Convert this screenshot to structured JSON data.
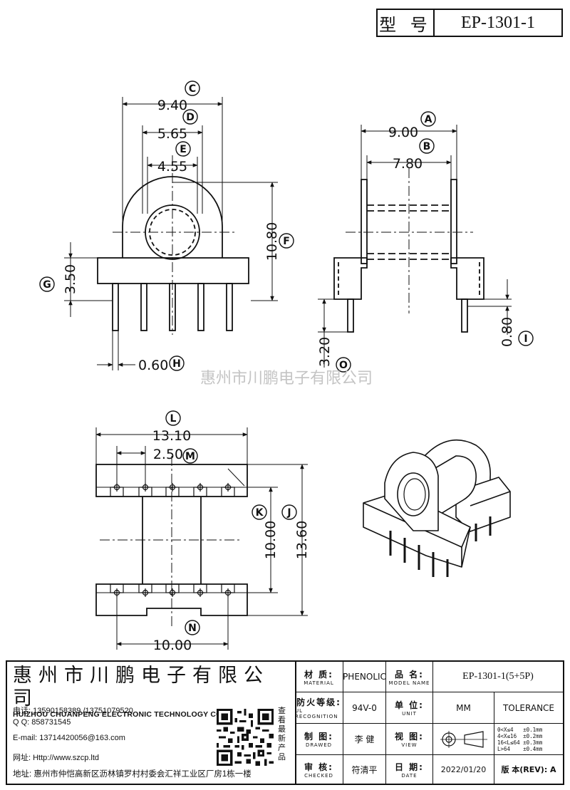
{
  "header": {
    "model_key": "型 号",
    "model_value": "EP-1301-1"
  },
  "dimensions": {
    "c": "9.40",
    "d": "5.65",
    "e": "4.55",
    "f": "10.80",
    "g": "3.50",
    "h": "0.60",
    "a": "9.00",
    "b": "7.80",
    "i": "0.80",
    "o": "3.20",
    "l": "13.10",
    "m": "2.50",
    "k": "10.00",
    "j": "13.60",
    "n": "10.00"
  },
  "labels": {
    "a": "A",
    "b": "B",
    "c": "C",
    "d": "D",
    "e": "E",
    "f": "F",
    "g": "G",
    "h": "H",
    "i": "I",
    "j": "J",
    "k": "K",
    "l": "L",
    "m": "M",
    "n": "N",
    "o": "O"
  },
  "watermark": "惠州市川鹏电子有限公司",
  "company": {
    "name_cn": "惠州市川鹏电子有限公司",
    "name_en": "HUIZHOU CHUANPENG ELECTRONIC TECHNOLOGY CO., LTD",
    "phone": "电话: 13590158389 /13751079520",
    "qq": "Q Q:  858731545",
    "email": "E-mail: 13714420056@163.com",
    "website": "网址:  Http://www.szcp.ltd",
    "address": "地址: 惠州市仲恺高新区沥林镇罗村村委会汇祥工业区厂房1栋一楼",
    "qr_caption": "查看最新产品"
  },
  "spec": {
    "material_zh": "材 质:",
    "material_en": "MATERIAL",
    "material_val": "PHENOLIC",
    "model_zh": "品 名:",
    "model_en": "MODEL NAME",
    "model_val": "EP-1301-1(5+5P)",
    "fire_zh": "防火等级:",
    "fire_en": "UL RECOGNITION",
    "fire_val": "94V-0",
    "unit_zh": "单 位:",
    "unit_en": "UNIT",
    "unit_val": "MM",
    "tolerance": "TOLERANCE",
    "drawn_zh": "制 图:",
    "drawn_en": "DRAWED",
    "drawn_val": "李 健",
    "view_zh": "视 图:",
    "view_en": "VIEW",
    "tol1": "0<X≤4   ±0.1mm",
    "tol2": "4<X≤16  ±0.2mm",
    "tol3": "16<L≤64 ±0.3mm",
    "tol4": "L>64    ±0.4mm",
    "checked_zh": "审 核:",
    "checked_en": "CHECKED",
    "checked_val": "符清平",
    "date_zh": "日 期:",
    "date_en": "DATE",
    "date_val": "2022/01/20",
    "rev_label": "版 本(REV): A"
  }
}
